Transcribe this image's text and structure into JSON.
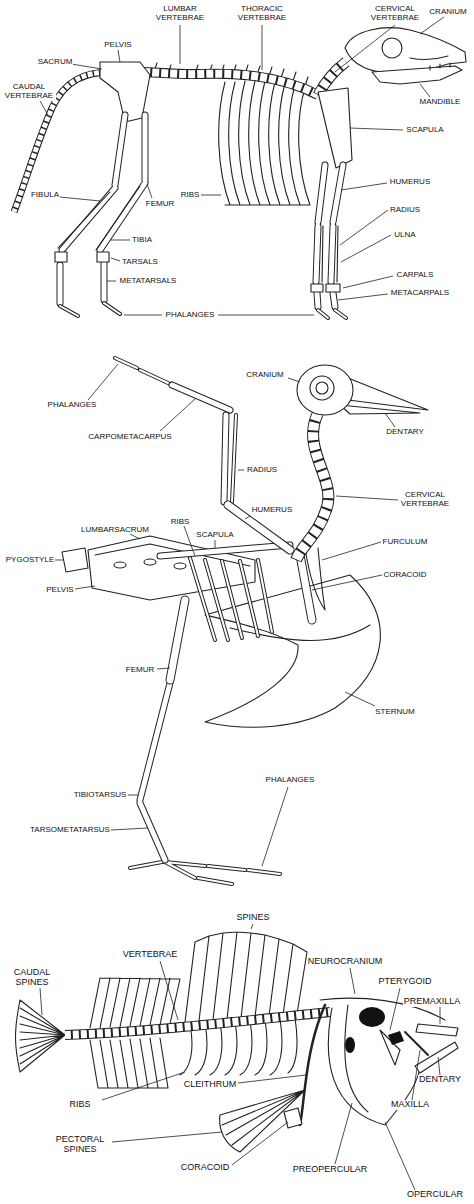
{
  "diagram": {
    "labels": [
      "CERVICAL VERTEBRAE",
      "CRANIUM",
      "LUMBAR VERTEBRAE",
      "THORACIC VERTEBRAE",
      "PELVIS",
      "SACRUM",
      "CAUDAL VERTEBRAE",
      "MANDIBLE",
      "SCAPULA",
      "RIBS",
      "FEMUR",
      "HUMERUS",
      "FIBULA",
      "TIBIA",
      "TARSALS",
      "METATARSALS",
      "RADIUS",
      "ULNA",
      "CARPALS",
      "METACARPALS",
      "PHALANGES",
      "CRANIUM",
      "PHALANGES",
      "DENTARY",
      "CARPOMETACARPUS",
      "RADIUS",
      "CERVICAL VERTEBRAE",
      "HUMERUS",
      "PYGOSTYLE",
      "LUMBARSACRUM",
      "SCAPULA",
      "RIBS",
      "FURCULUM",
      "PELVIS",
      "CORACOID",
      "FEMUR",
      "STERNUM",
      "PHALANGES",
      "TIBIOTARSUS",
      "TARSOMETATARSUS",
      "SPINES",
      "VERTEBRAE",
      "NEUROCRANIUM",
      "PTERYGOID",
      "CAUDAL SPINES",
      "PREMAXILLA",
      "DENTARY",
      "CLEITHRUM",
      "MAXILLA",
      "RIBS",
      "PECTORAL SPINES",
      "CORACOID",
      "PREOPERCULAR",
      "OPERCULAR"
    ]
  }
}
